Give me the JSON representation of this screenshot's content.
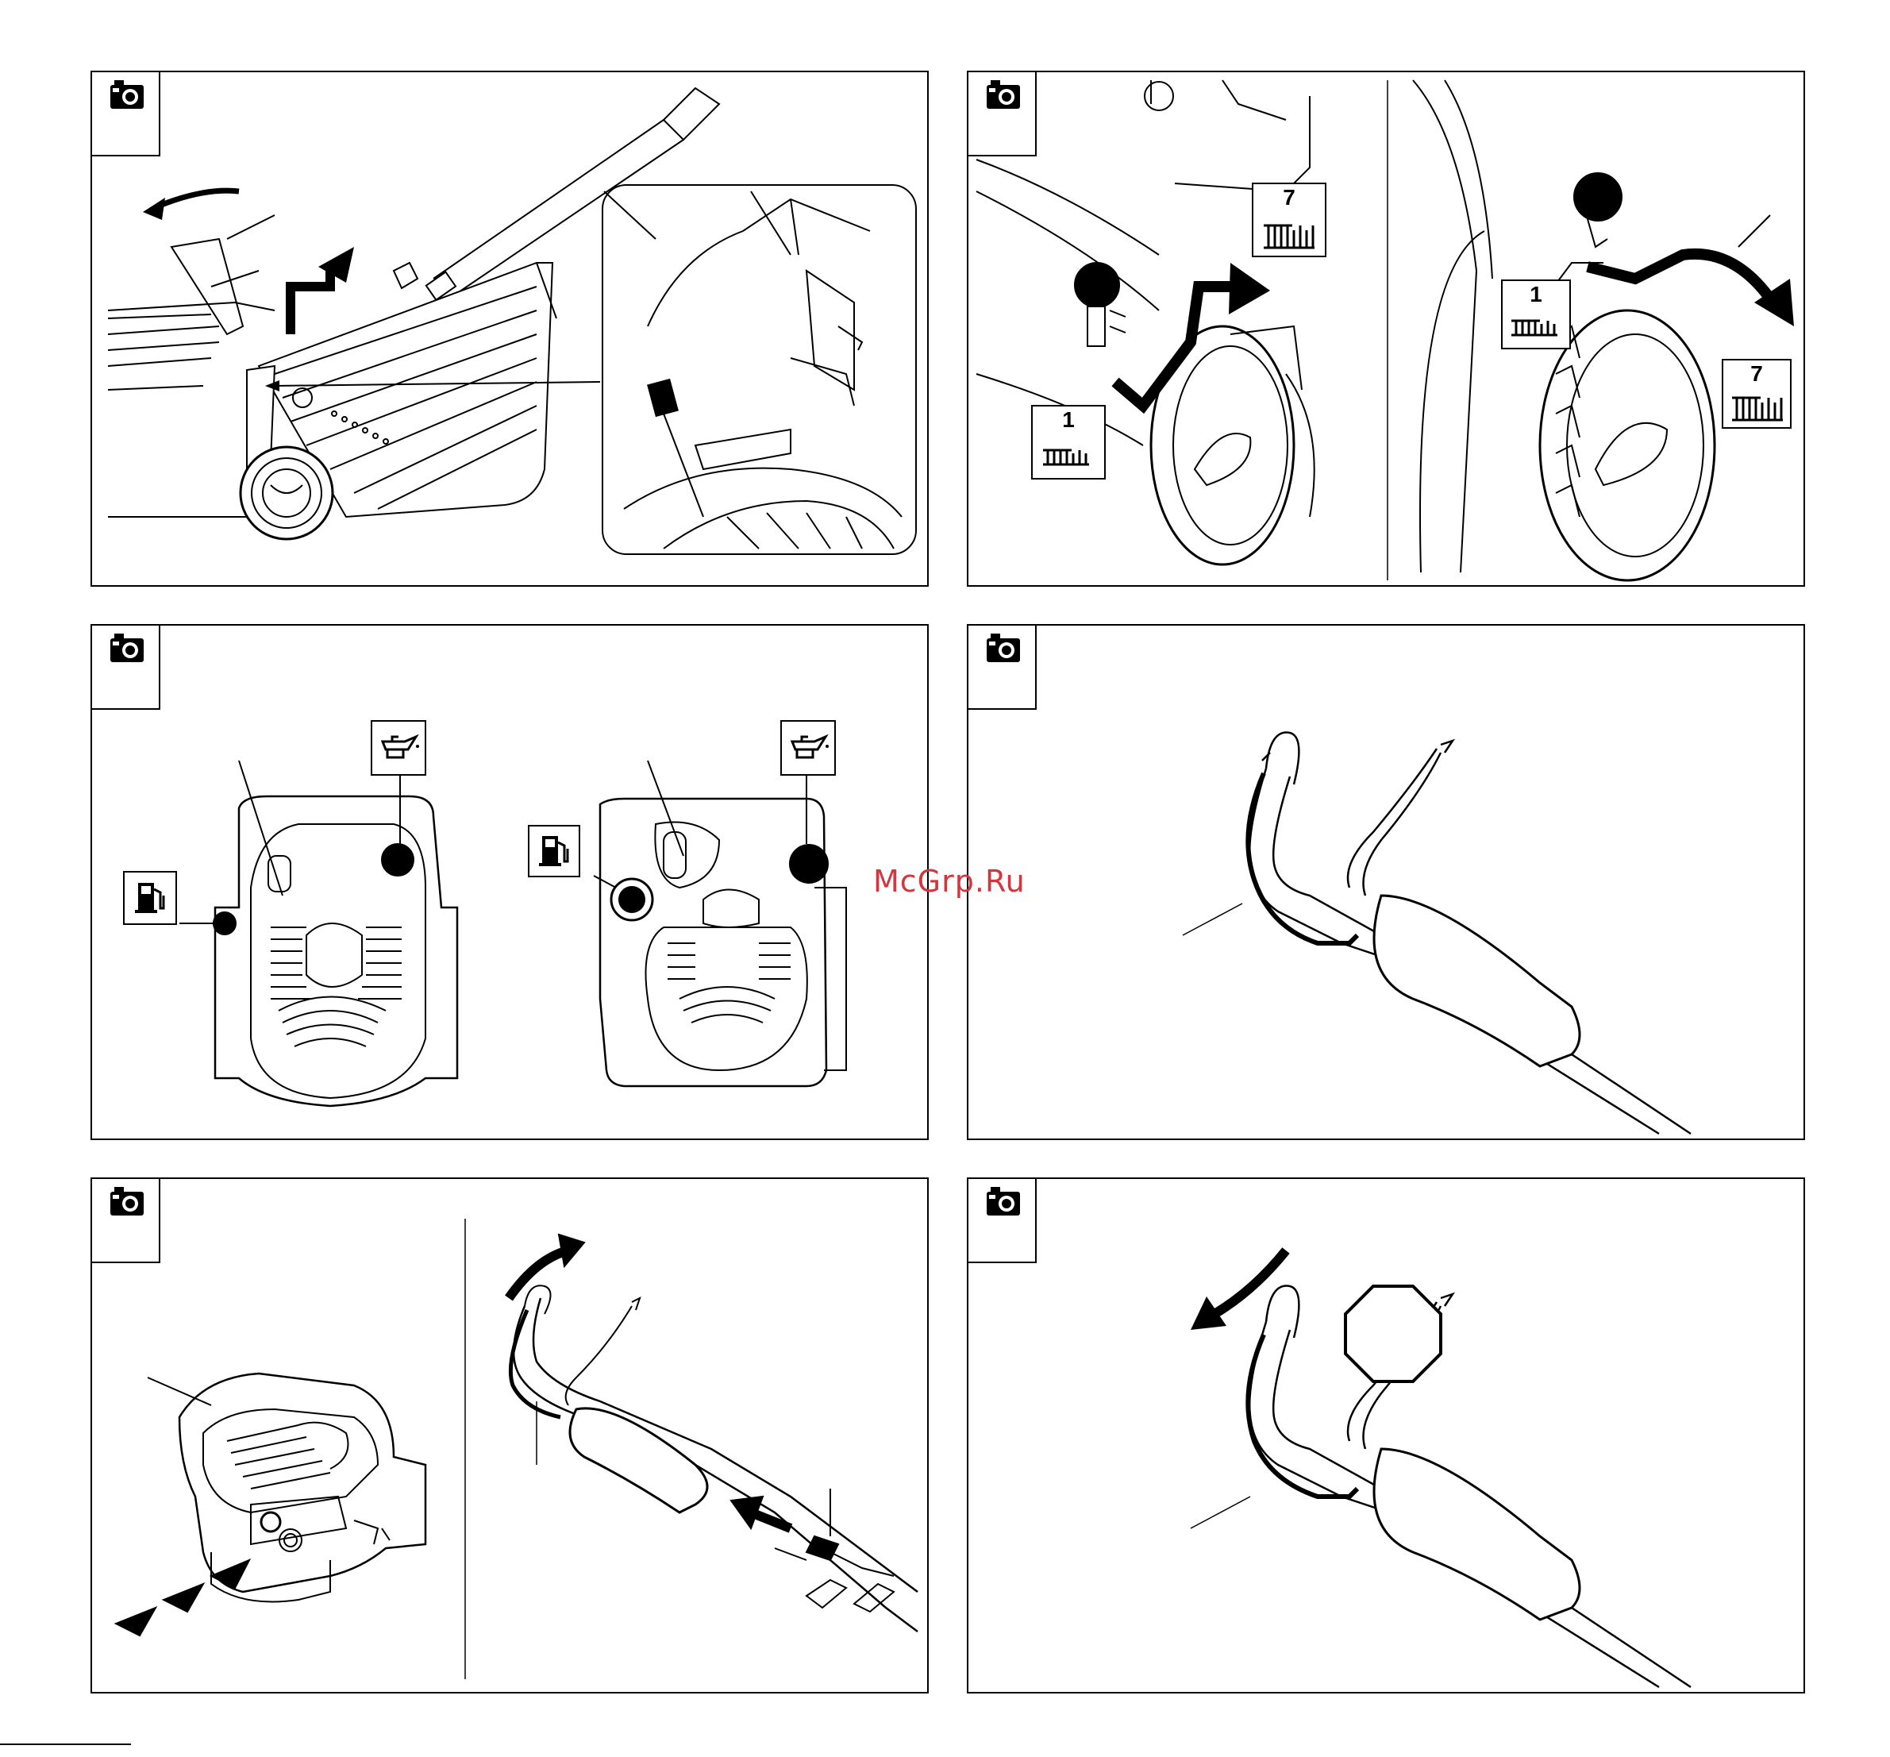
{
  "watermark": "McGrp.Ru",
  "icons": {
    "camera": "camera-icon",
    "fuel": "fuel-pump-icon",
    "oil": "oil-can-icon",
    "stop": "stop-octagon-icon",
    "arrow": "direction-arrow-icon"
  },
  "panels": [
    {
      "id": "catcher-removal",
      "icon": "camera-icon"
    },
    {
      "id": "cutting-height",
      "icon": "camera-icon",
      "labels": {
        "high_left": "7",
        "low_left": "1",
        "low_right": "1",
        "high_right": "7"
      }
    },
    {
      "id": "engine-fill-points",
      "icon": "camera-icon"
    },
    {
      "id": "handle-lever",
      "icon": "camera-icon"
    },
    {
      "id": "engine-start",
      "icon": "camera-icon"
    },
    {
      "id": "handle-release-stop",
      "icon": "camera-icon"
    }
  ],
  "footer": {
    "text": ""
  }
}
